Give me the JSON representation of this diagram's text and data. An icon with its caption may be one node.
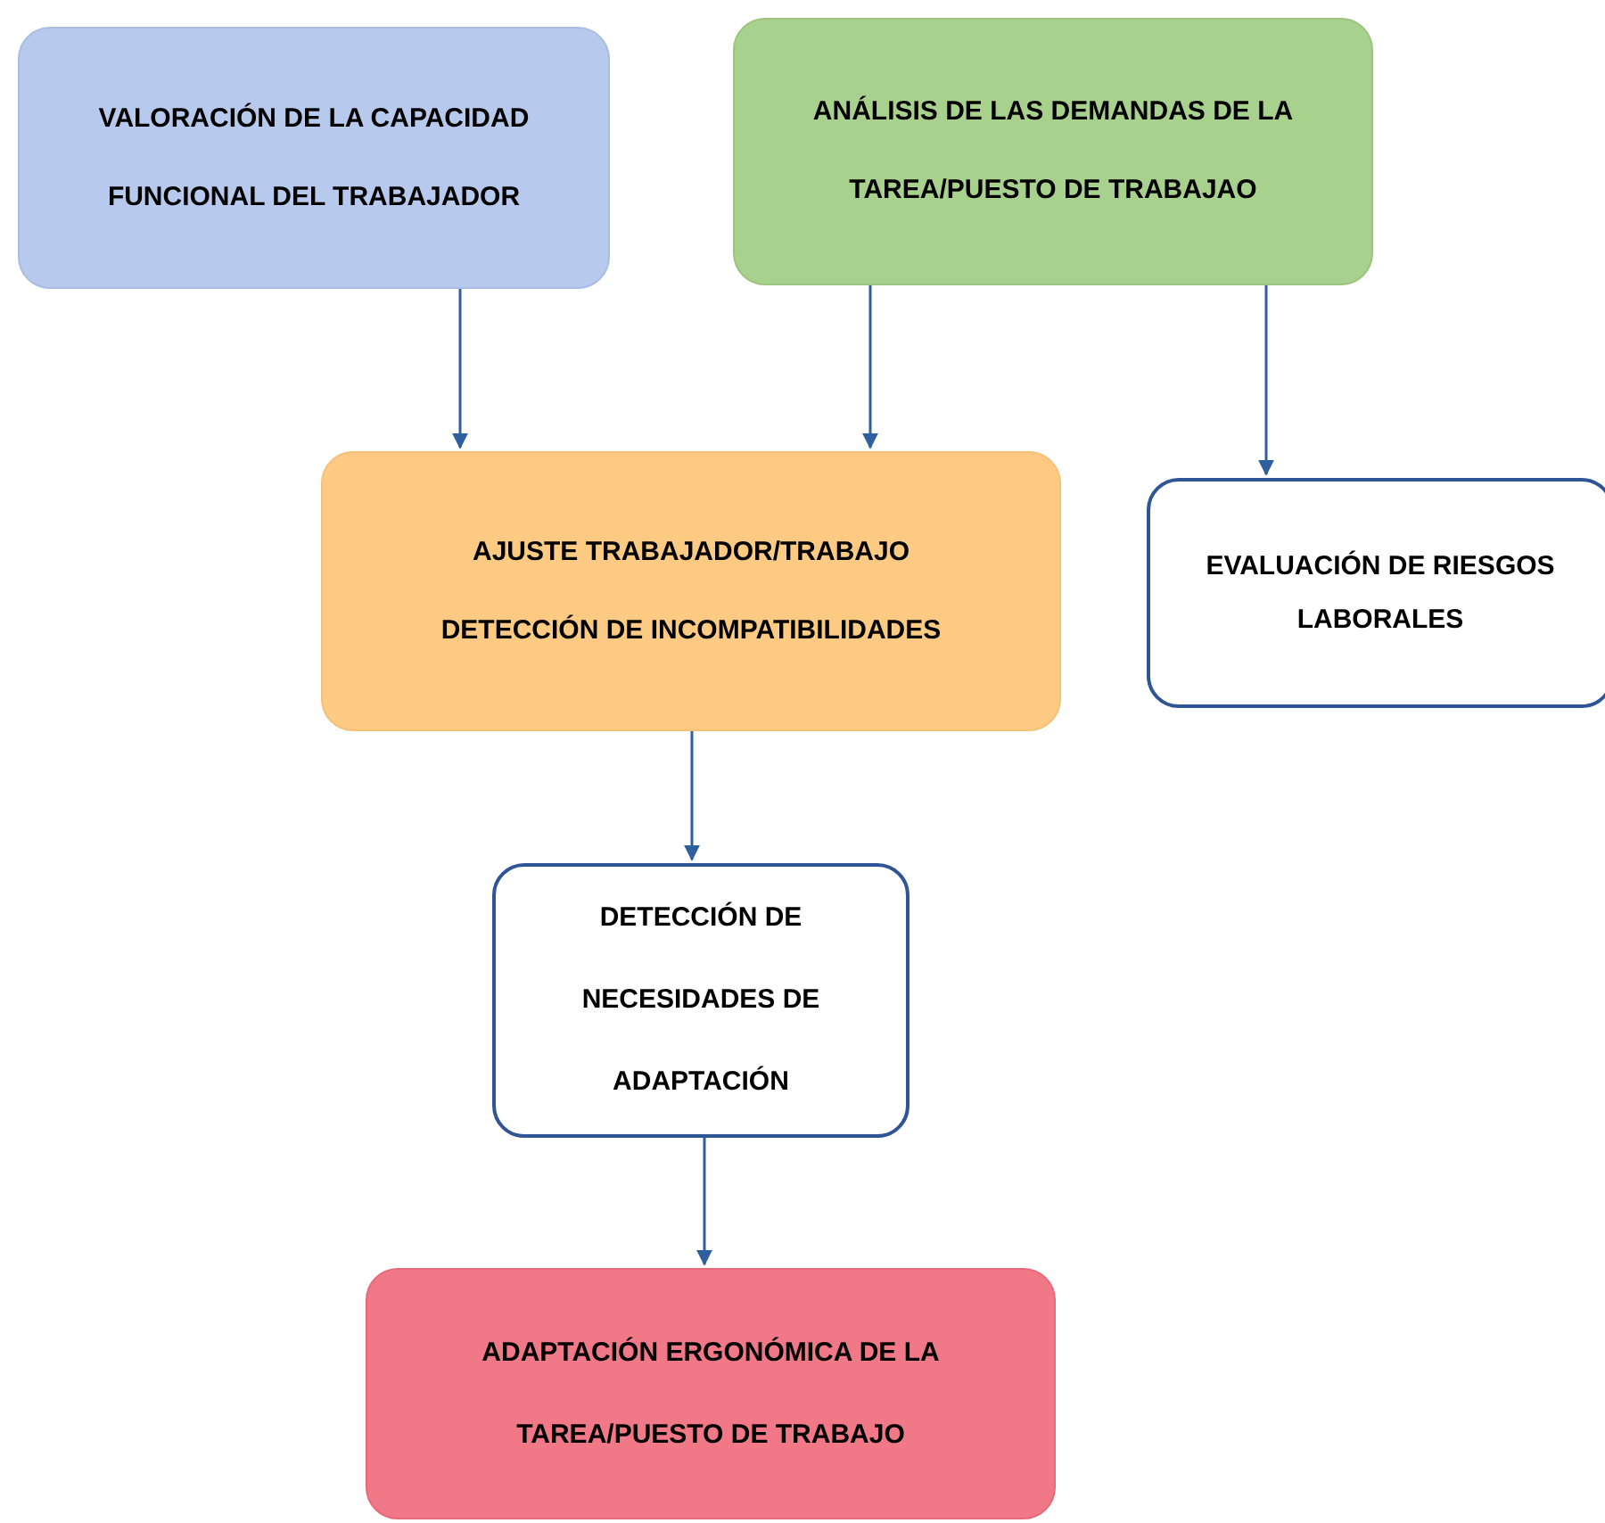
{
  "diagram": {
    "nodes": [
      {
        "text": [
          "VALORACIÓN DE LA CAPACIDAD FUNCIONAL DEL TRABAJADOR"
        ]
      },
      {
        "text": [
          "ANÁLISIS DE LAS DEMANDAS DE LA TAREA/PUESTO DE TRABAJAO"
        ]
      },
      {
        "text": [
          "AJUSTE TRABAJADOR/TRABAJO",
          "DETECCIÓN DE INCOMPATIBILIDADES"
        ]
      },
      {
        "text": [
          "EVALUACIÓN DE RIESGOS LABORALES"
        ]
      },
      {
        "text": [
          "DETECCIÓN DE NECESIDADES DE ADAPTACIÓN"
        ]
      },
      {
        "text": [
          "ADAPTACIÓN ERGONÓMICA DE LA TAREA/PUESTO DE TRABAJO"
        ]
      }
    ],
    "edges": [
      {
        "from": 0,
        "to": 2,
        "arrow": "to"
      },
      {
        "from": 1,
        "to": 2,
        "arrow": "to"
      },
      {
        "from": 1,
        "to": 3,
        "arrow": "to"
      },
      {
        "from": 2,
        "to": 4,
        "arrow": "to"
      },
      {
        "from": 4,
        "to": 5,
        "arrow": "to"
      }
    ]
  }
}
